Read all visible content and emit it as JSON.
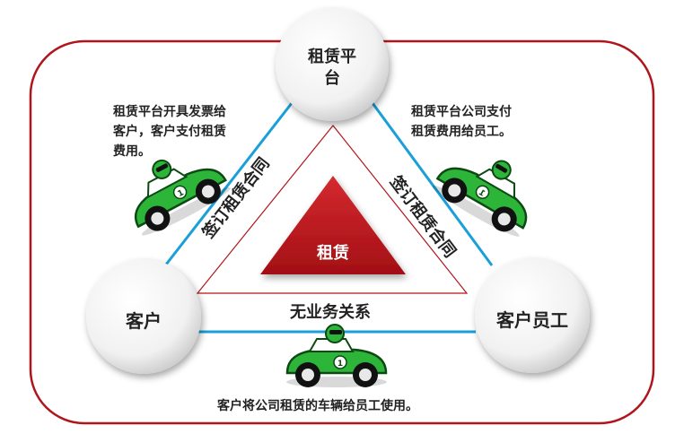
{
  "nodes": {
    "top": "租赁平台",
    "left": "客户",
    "right": "客户员工",
    "center": "租赁"
  },
  "edges": {
    "left": "签订租赁合同",
    "right": "签订租赁合同",
    "bottom": "无业务关系"
  },
  "notes": {
    "top_left": [
      "租赁平台开具发票给",
      "客户，客户支付租赁",
      "费用。"
    ],
    "top_right": [
      "租赁平台公司支付",
      "租赁费用给员工。"
    ],
    "bottom": "客户将公司租赁的车辆给员工使用。"
  },
  "colors": {
    "frame": "#b0151b",
    "edge_line": "#1a9fd8",
    "center_triangle": "#c0161d",
    "car_green": "#2db53a"
  }
}
